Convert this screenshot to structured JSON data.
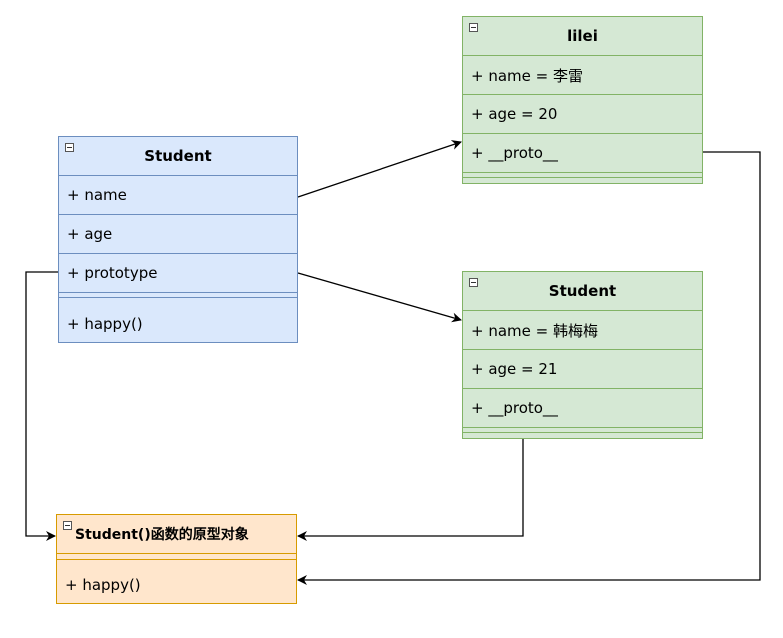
{
  "classes": {
    "student": {
      "title": "Student",
      "attrs": [
        "+ name",
        "+ age",
        "+ prototype"
      ],
      "methods": [
        "+ happy()"
      ]
    },
    "lilei": {
      "title": "lilei",
      "attrs": [
        "+ name = 李雷",
        "+ age = 20",
        "+ __proto__"
      ]
    },
    "student2": {
      "title": "Student",
      "attrs": [
        "+ name = 韩梅梅",
        "+ age = 21",
        "+ __proto__"
      ]
    },
    "proto": {
      "title": "Student()函数的原型对象",
      "methods": [
        "+ happy()"
      ]
    }
  },
  "colors": {
    "blue_fill": "#dae8fc",
    "blue_stroke": "#6c8ebf",
    "green_fill": "#d5e8d4",
    "green_stroke": "#82b366",
    "orange_fill": "#ffe6cc",
    "orange_stroke": "#d79b00",
    "edge": "#000000"
  }
}
